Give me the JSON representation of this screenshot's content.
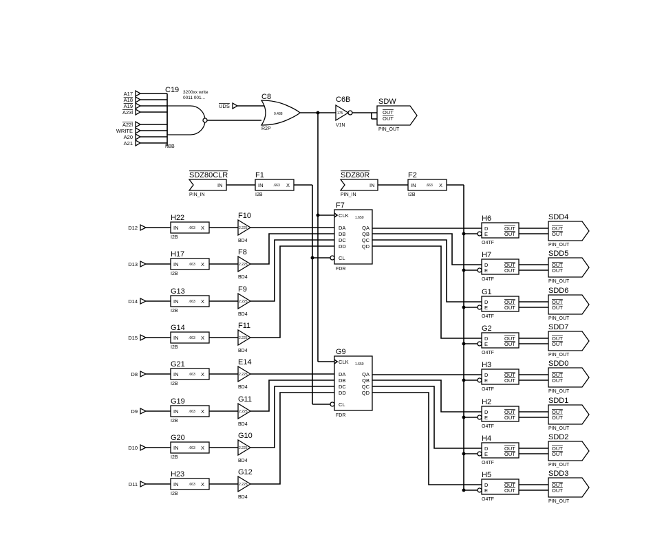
{
  "top": {
    "and_gate": {
      "ref": "C19",
      "type": "N8B",
      "note1": "3200xx write",
      "note2": "0011 001...",
      "inputs": [
        "A17",
        "A18",
        "A19",
        "A23l",
        "A22l",
        "WRITE",
        "A20",
        "A21"
      ],
      "overlined": [
        false,
        true,
        true,
        true,
        true,
        false,
        false,
        false
      ]
    },
    "uds": {
      "label": "UDS"
    },
    "or_gate": {
      "ref": "C8",
      "type": "R2P",
      "value": "0.488"
    },
    "inverter": {
      "ref": "C6B",
      "type": "V1N",
      "value": "175"
    },
    "sdw": {
      "name": "SDW",
      "out1": "OUT",
      "out2": "OUT",
      "type": "PIN_OUT"
    }
  },
  "inputs_row": {
    "clr_pin": {
      "name": "SDZ80CLR",
      "pin": "IN",
      "type": "PIN_IN"
    },
    "clr_buf": {
      "ref": "F1",
      "in": "IN",
      "value": ".663",
      "x": "X",
      "type": "I2B"
    },
    "r_pin": {
      "name": "SDZ80R",
      "pin": "IN",
      "type": "PIN_IN"
    },
    "r_buf": {
      "ref": "F2",
      "in": "IN",
      "value": ".663",
      "x": "X",
      "type": "I2B"
    }
  },
  "data_inputs": [
    {
      "signal": "D12",
      "i2b_ref": "H22",
      "bd4_ref": "F10"
    },
    {
      "signal": "D13",
      "i2b_ref": "H17",
      "bd4_ref": "F8"
    },
    {
      "signal": "D14",
      "i2b_ref": "G13",
      "bd4_ref": "F9"
    },
    {
      "signal": "D15",
      "i2b_ref": "G14",
      "bd4_ref": "F11"
    },
    {
      "signal": "D8",
      "i2b_ref": "G21",
      "bd4_ref": "E14"
    },
    {
      "signal": "D9",
      "i2b_ref": "G19",
      "bd4_ref": "G11"
    },
    {
      "signal": "D10",
      "i2b_ref": "G20",
      "bd4_ref": "G10"
    },
    {
      "signal": "D11",
      "i2b_ref": "H23",
      "bd4_ref": "G12"
    }
  ],
  "i2b": {
    "in": "IN",
    "value": ".663",
    "x": "X",
    "type": "I2B"
  },
  "bd4": {
    "value": "2.225",
    "type": "BD4"
  },
  "latches": [
    {
      "ref": "F7",
      "type": "FDR",
      "value": "1.650"
    },
    {
      "ref": "G9",
      "type": "FDR",
      "value": "1.650"
    }
  ],
  "latch_pins": {
    "clk": "CLK",
    "cl": "CL",
    "inputs": [
      "DA",
      "DB",
      "DC",
      "DD"
    ],
    "outputs": [
      "QA",
      "QB",
      "QC",
      "QD"
    ]
  },
  "outputs": [
    {
      "buf_ref": "H6",
      "pin": "SDD4"
    },
    {
      "buf_ref": "H7",
      "pin": "SDD5"
    },
    {
      "buf_ref": "G1",
      "pin": "SDD6"
    },
    {
      "buf_ref": "G2",
      "pin": "SDD7"
    },
    {
      "buf_ref": "H3",
      "pin": "SDD0"
    },
    {
      "buf_ref": "H2",
      "pin": "SDD1"
    },
    {
      "buf_ref": "H4",
      "pin": "SDD2"
    },
    {
      "buf_ref": "H5",
      "pin": "SDD3"
    }
  ],
  "o4tf": {
    "d": "D",
    "e": "E",
    "out": "OUT",
    "type": "O4TF"
  },
  "pin_out": {
    "out": "OUT",
    "type": "PIN_OUT"
  }
}
